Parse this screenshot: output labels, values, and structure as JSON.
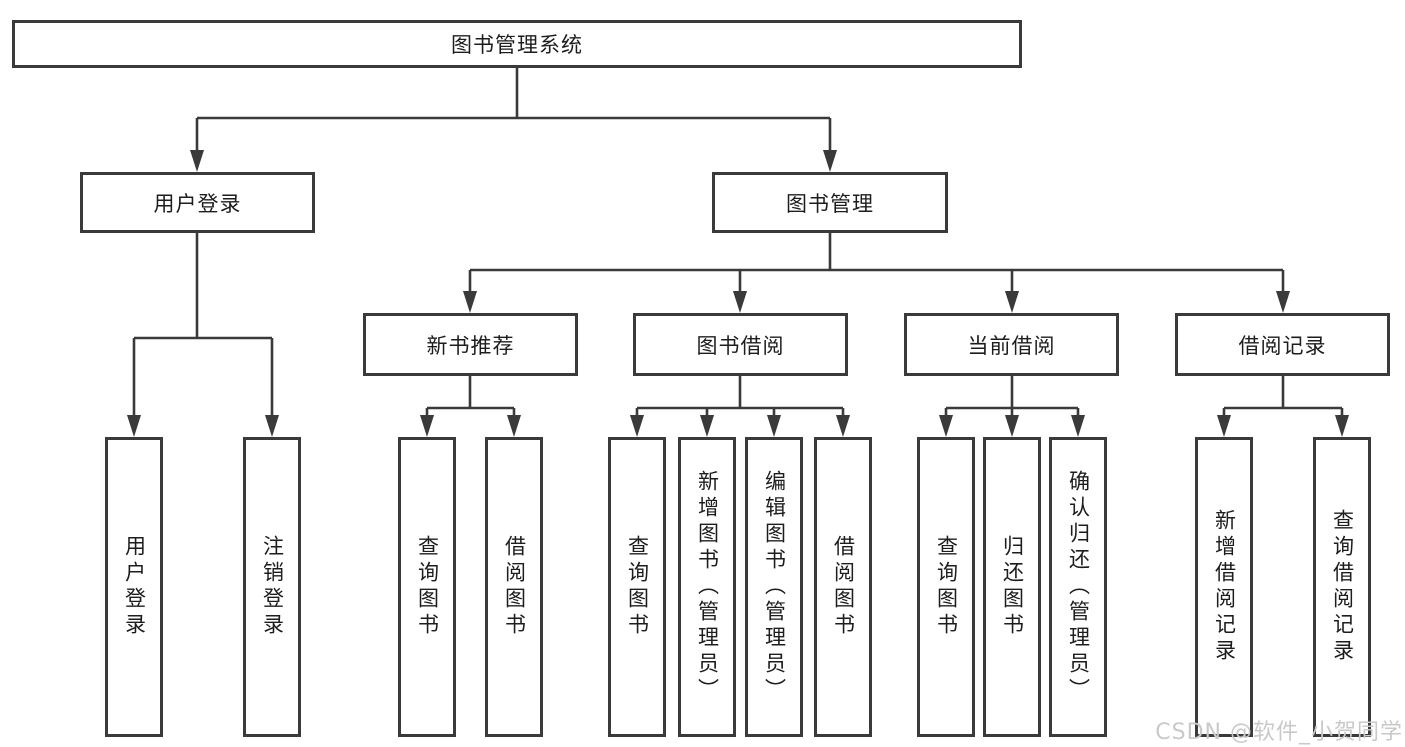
{
  "tree": {
    "root": {
      "label": "图书管理系统"
    },
    "level2": [
      {
        "label": "用户登录"
      },
      {
        "label": "图书管理"
      }
    ],
    "level3": [
      {
        "label": "新书推荐"
      },
      {
        "label": "图书借阅"
      },
      {
        "label": "当前借阅"
      },
      {
        "label": "借阅记录"
      }
    ],
    "leaves": {
      "user_login": [
        {
          "label": "用户登录"
        },
        {
          "label": "注销登录"
        }
      ],
      "new_book_recommend": [
        {
          "label": "查询图书"
        },
        {
          "label": "借阅图书"
        }
      ],
      "book_borrowing": [
        {
          "label": "查询图书"
        },
        {
          "label": "新增图书（管理员）"
        },
        {
          "label": "编辑图书（管理员）"
        },
        {
          "label": "借阅图书"
        }
      ],
      "current_borrowing": [
        {
          "label": "查询图书"
        },
        {
          "label": "归还图书"
        },
        {
          "label": "确认归还（管理员）"
        }
      ],
      "borrowing_records": [
        {
          "label": "新增借阅记录"
        },
        {
          "label": "查询借阅记录"
        }
      ]
    }
  },
  "watermark": {
    "text": "CSDN @软件_小贺同学"
  },
  "colors": {
    "line": "#3a3a3a",
    "box_border": "#3a3a3a",
    "text": "#1d1d1d",
    "watermark": "#c9c9c9",
    "background": "#ffffff"
  }
}
